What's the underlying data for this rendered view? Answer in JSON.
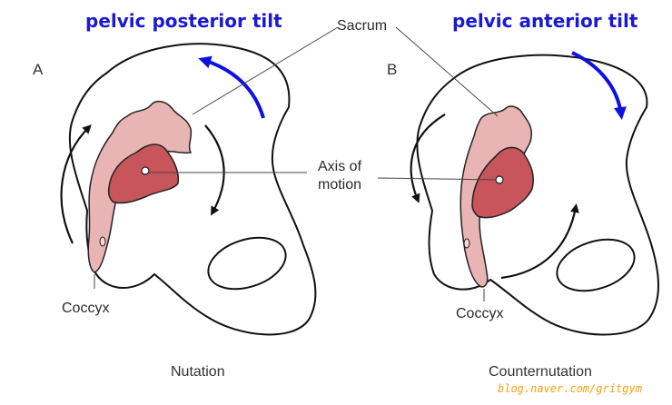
{
  "titles": {
    "left": "pelvic posterior tilt",
    "right": "pelvic anterior tilt"
  },
  "panels": {
    "a_letter": "A",
    "b_letter": "B"
  },
  "labels": {
    "sacrum": "Sacrum",
    "axis_line1": "Axis of",
    "axis_line2": "motion",
    "coccyx_a": "Coccyx",
    "coccyx_b": "Coccyx"
  },
  "captions": {
    "a": "Nutation",
    "b": "Counternutation"
  },
  "watermark": "blog.naver.com/gritgym",
  "colors": {
    "title_blue": "#1a1acf",
    "rotation_arrow_blue": "#1010e0",
    "sacrum_light": "#e9b4b4",
    "sacrum_dark": "#c8545c",
    "watermark_orange": "#f2a20c"
  }
}
